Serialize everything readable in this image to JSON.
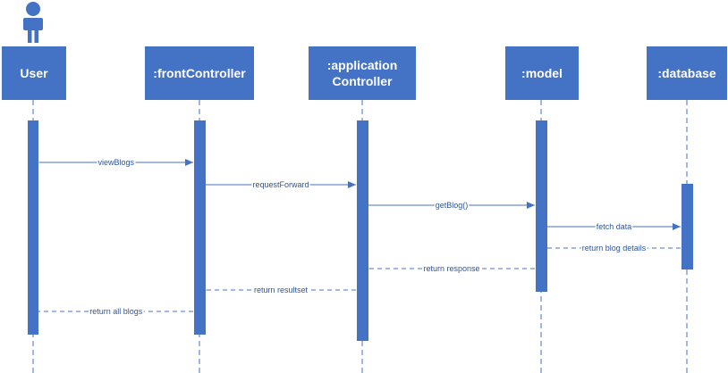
{
  "colors": {
    "accent": "#4472c4",
    "line": "#4472c4",
    "text_on_box": "#ffffff",
    "message_text": "#2f5597"
  },
  "actor_icon": "person-icon",
  "participants": [
    {
      "id": "user",
      "lines": [
        "User"
      ]
    },
    {
      "id": "frontController",
      "lines": [
        ":frontController"
      ]
    },
    {
      "id": "applicationController",
      "lines": [
        ":application",
        "Controller"
      ]
    },
    {
      "id": "model",
      "lines": [
        ":model"
      ]
    },
    {
      "id": "database",
      "lines": [
        ":database"
      ]
    }
  ],
  "messages": [
    {
      "from": "user",
      "to": "frontController",
      "label": "viewBlogs",
      "type": "sync"
    },
    {
      "from": "frontController",
      "to": "applicationController",
      "label": "requestForward",
      "type": "sync"
    },
    {
      "from": "applicationController",
      "to": "model",
      "label": "getBlog()",
      "type": "sync"
    },
    {
      "from": "model",
      "to": "database",
      "label": "fetch data",
      "type": "sync"
    },
    {
      "from": "database",
      "to": "model",
      "label": "return blog details",
      "type": "return"
    },
    {
      "from": "model",
      "to": "applicationController",
      "label": "return response",
      "type": "return"
    },
    {
      "from": "applicationController",
      "to": "frontController",
      "label": "return resultset",
      "type": "return"
    },
    {
      "from": "frontController",
      "to": "user",
      "label": "return all blogs",
      "type": "return"
    }
  ]
}
